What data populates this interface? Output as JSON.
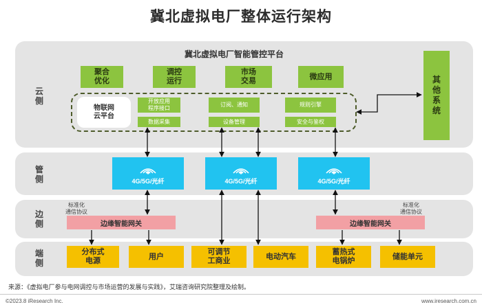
{
  "title": "冀北虚拟电厂整体运行架构",
  "layers": {
    "cloud": "云侧",
    "pipe": "管侧",
    "edge": "边侧",
    "end": "端侧"
  },
  "platform": {
    "title": "冀北虚拟电厂智能管控平台",
    "apps": [
      "聚合\n优化",
      "调控\n运行",
      "市场\n交易",
      "微应用"
    ],
    "iot": "物联网\n云平台",
    "services_top": [
      "开放应用\n程序接口",
      "订阅、通知",
      "规则引擎"
    ],
    "services_bottom": [
      "数据采集",
      "设备管理",
      "安全与鉴权"
    ]
  },
  "other_systems": "其\n他\n系\n统",
  "networks": [
    "4G/5G/光纤",
    "4G/5G/光纤",
    "4G/5G/光纤"
  ],
  "edge": {
    "gateway_label": "边缘智能网关",
    "protocol_note": "标准化\n通信协议"
  },
  "devices": [
    "分布式\n电源",
    "用户",
    "可调节\n工商业",
    "电动汽车",
    "蓄热式\n电锅炉",
    "储能单元"
  ],
  "source": "来源：《虚拟电厂参与电网调控与市场运营的发展与实践》，艾瑞咨询研究院整理及绘制。",
  "footer": {
    "copyright": "©2023.8 iResearch Inc.",
    "website": "www.iresearch.com.cn"
  },
  "colors": {
    "green": "#8cc43f",
    "blue": "#21c3f0",
    "pink": "#f2a0a4",
    "yellow": "#f5c000",
    "band": "#e4e4e4"
  }
}
